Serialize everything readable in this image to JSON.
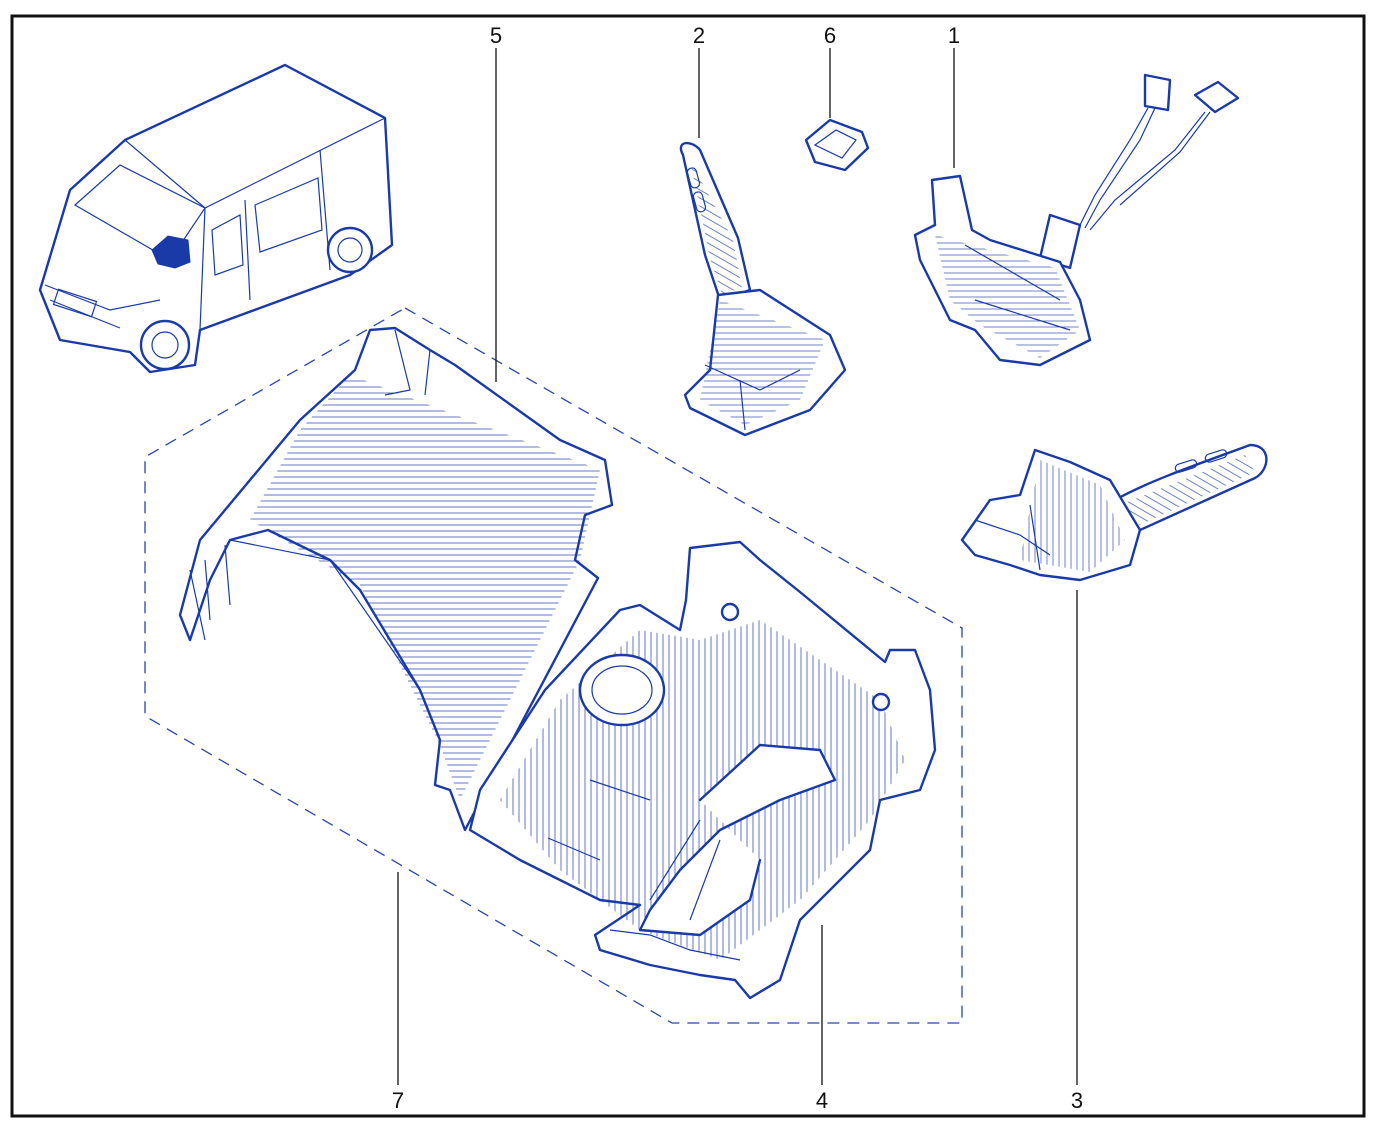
{
  "diagram": {
    "colors": {
      "line": "#1a3aa8",
      "frame": "#111111",
      "highlight": "#1a3aa8",
      "background": "#ffffff"
    },
    "callouts": {
      "c1": "1",
      "c2": "2",
      "c3": "3",
      "c4": "4",
      "c5": "5",
      "c6": "6",
      "c7": "7"
    }
  }
}
